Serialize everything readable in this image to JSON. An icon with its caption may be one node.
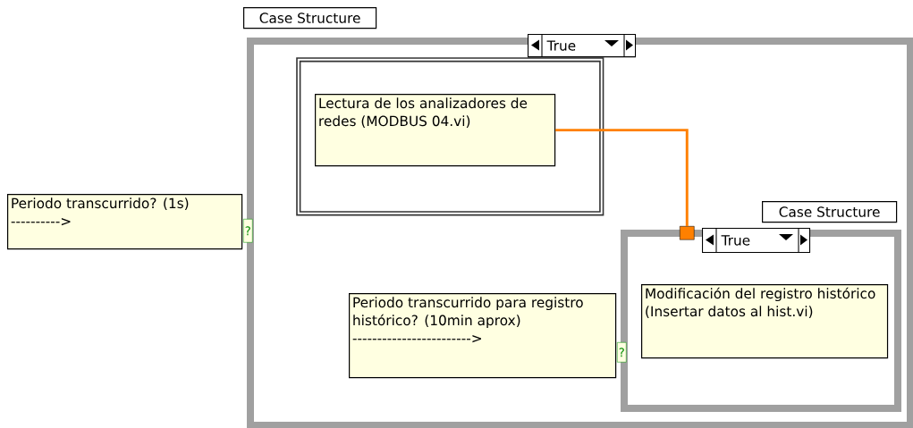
{
  "diagram": {
    "nodes": [
      {
        "text": [
          "Case Structure"
        ]
      },
      {
        "text": [],
        "shape": "box"
      },
      {
        "text": [
          "True"
        ],
        "in": 1
      },
      {
        "text": [],
        "shape": "box",
        "in": 1
      },
      {
        "text": [
          "Lectura de los analizadores de redes (MODBUS 04.vi)"
        ],
        "in": 3
      },
      {
        "text": [
          "Periodo transcurrido? (1s) ---------->"
        ],
        "beside": [
          "?"
        ]
      },
      {
        "text": [
          "Case Structure"
        ],
        "in": 1
      },
      {
        "text": [],
        "shape": "box",
        "in": 1
      },
      {
        "text": [],
        "shape": "box",
        "in": 1
      },
      {
        "text": [
          "True"
        ],
        "in": 7
      },
      {
        "text": [
          "Periodo transcurrido para registro histórico? (10min aprox) ------------------------>"
        ],
        "in": 1,
        "beside": [
          "?"
        ]
      },
      {
        "text": [
          "Modificación del registro histórico (Insertar datos al hist.vi)"
        ],
        "in": 7
      }
    ],
    "edges": [
      {
        "from": 4,
        "to": 8,
        "arrow": "none"
      }
    ]
  }
}
